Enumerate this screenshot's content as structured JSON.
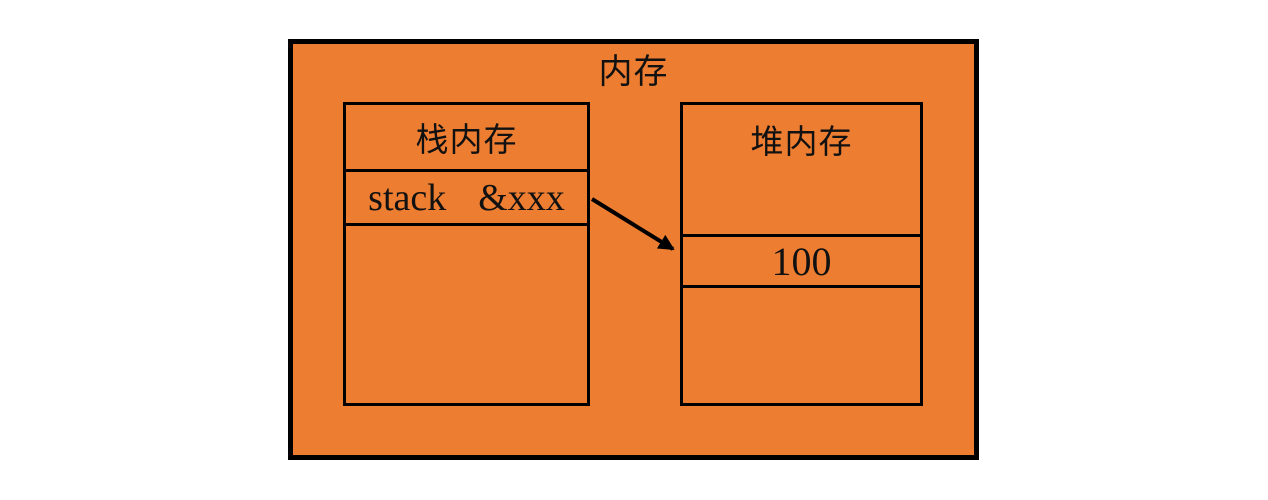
{
  "memory": {
    "title": "内存",
    "fill_color": "#ED7D31",
    "border_color": "#000000",
    "text_color": "#111111",
    "stack_box": {
      "title": "栈内存",
      "pointer_cell": {
        "name": "stack",
        "value": "&xxx"
      }
    },
    "heap_box": {
      "title": "堆内存",
      "value_cell": {
        "value": "100"
      }
    }
  }
}
